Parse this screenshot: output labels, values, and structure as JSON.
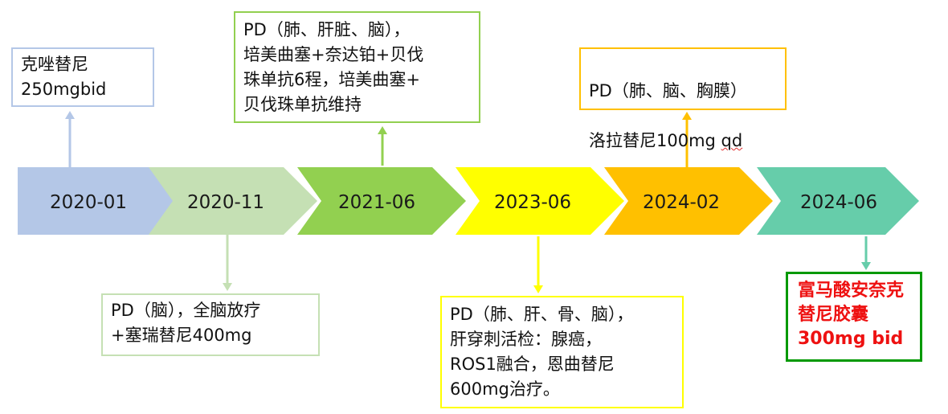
{
  "milestones": [
    {
      "date": "2020-01",
      "color": "#B4C7E7"
    },
    {
      "date": "2020-11",
      "color": "#C5E0B4"
    },
    {
      "date": "2021-06",
      "color": "#92D050"
    },
    {
      "date": "2023-06",
      "color": "#FFFF00"
    },
    {
      "date": "2024-02",
      "color": "#FFC000"
    },
    {
      "date": "2024-06",
      "color": "#66CDAA"
    }
  ],
  "notes": {
    "n1": {
      "text": "克唑替尼\n250mgbid",
      "border": "#B4C7E7"
    },
    "n2": {
      "text": "PD（脑），全脑放疗\n+塞瑞替尼400mg",
      "border": "#C5E0B4"
    },
    "n3": {
      "text": "PD（肺、肝脏、脑），\n培美曲塞+奈达铂+贝伐\n珠单抗6程，培美曲塞+\n贝伐珠单抗维持",
      "border": "#92D050"
    },
    "n4": {
      "text": "PD（肺、肝、骨、脑），\n肝穿刺活检：腺癌，\nROS1融合，恩曲替尼\n600mg治疗。",
      "border": "#FFFF00"
    },
    "n5": {
      "line1": "PD（肺、脑、胸膜）",
      "line2_main": "洛拉替尼100mg ",
      "line2_flag": "qd",
      "border": "#FFC000"
    },
    "n6": {
      "text": "富马酸安奈克\n替尼胶囊\n300mg  bid",
      "border": "#009900",
      "text_color": "#EE1111"
    }
  }
}
